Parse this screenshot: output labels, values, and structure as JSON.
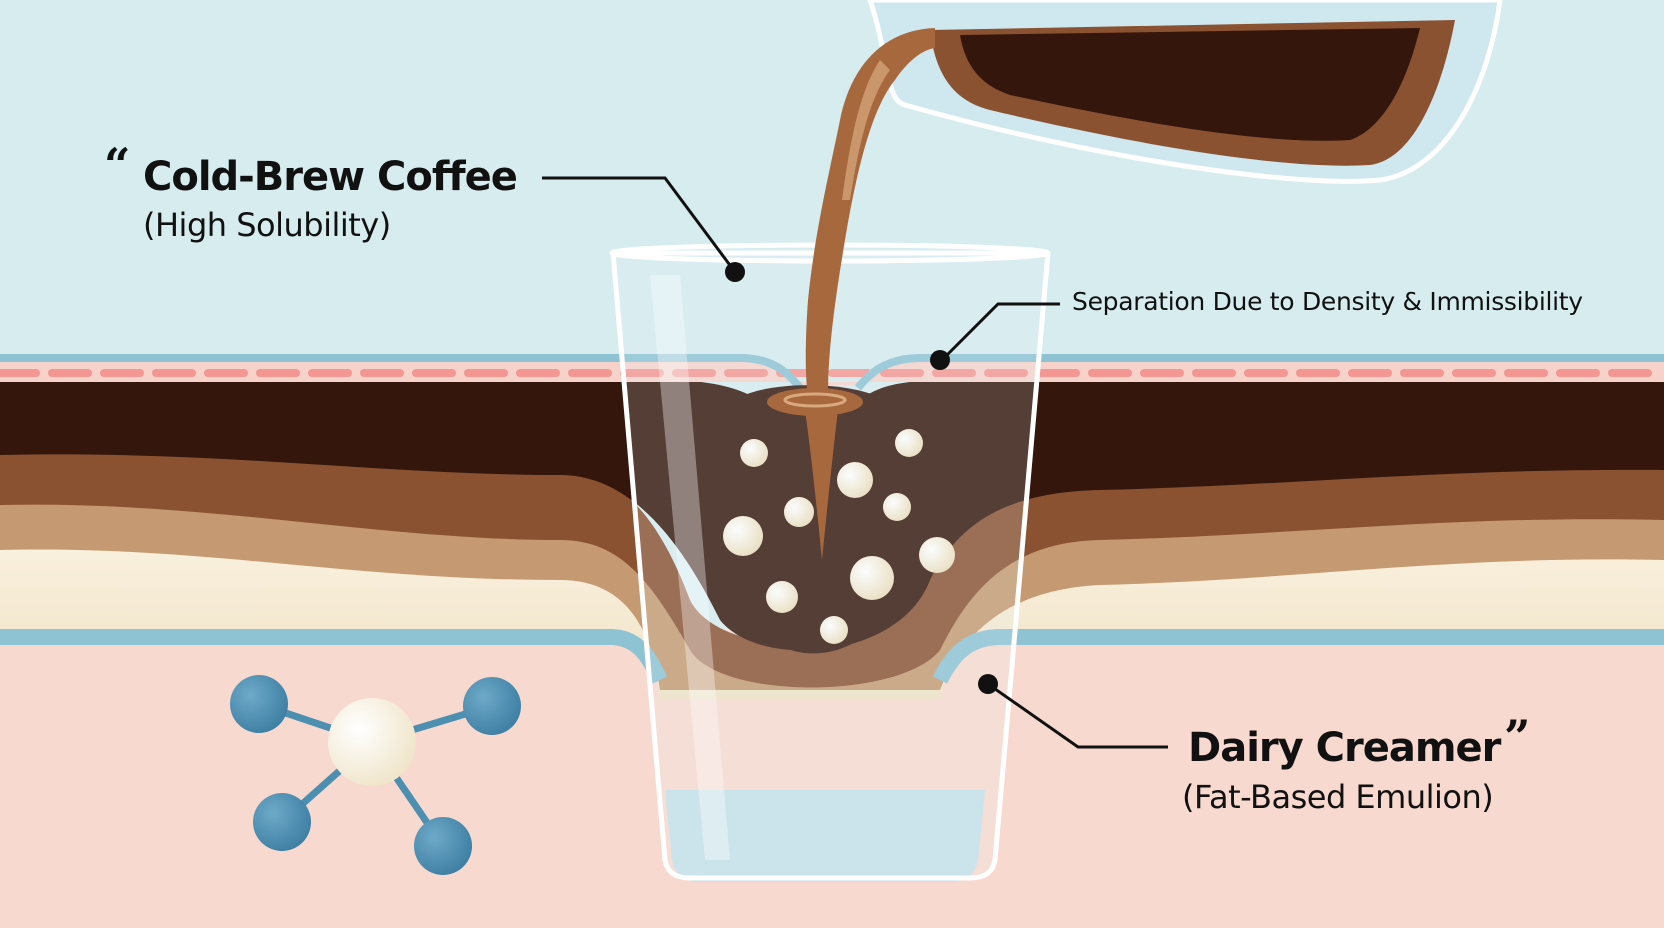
{
  "labels": {
    "coffee_title": "Cold-Brew Coffee",
    "coffee_subtitle": "(High Solubility)",
    "creamer_title": "Dairy Creamer",
    "creamer_subtitle": "(Fat-Based Emulion)",
    "separation": "Separation Due to Density & Immissibility",
    "open_quote": "“",
    "close_quote": "”"
  },
  "icons": {
    "molecule": "molecule-icon",
    "pitcher": "pitcher-icon",
    "glass": "glass-icon"
  },
  "colors": {
    "sky": "#d6ecef",
    "floor": "#f8d9cf",
    "coffee_dark": "#35160c",
    "coffee_mid": "#8a5231",
    "coffee_light": "#c59a72",
    "cream": "#f4ead5",
    "pour_stream": "#a8683e",
    "pink_line": "#f49792",
    "blue_line": "#8ec3d4",
    "molecule_blue": "#4d8fb1"
  }
}
